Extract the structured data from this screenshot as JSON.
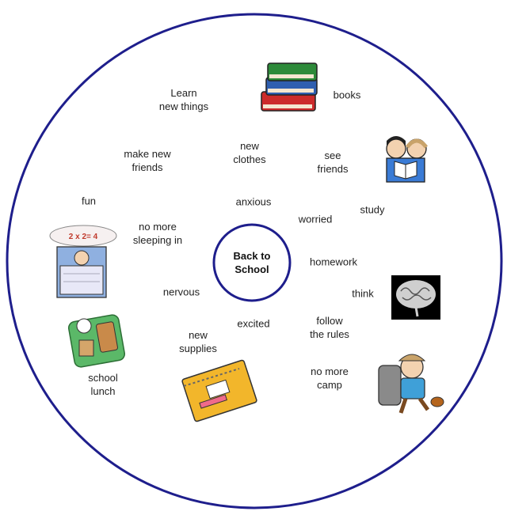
{
  "center": {
    "line1": "Back to",
    "line2": "School"
  },
  "words": [
    {
      "id": "learn-new-things",
      "lines": [
        "Learn",
        "new things"
      ]
    },
    {
      "id": "books",
      "lines": [
        "books"
      ]
    },
    {
      "id": "make-new-friends",
      "lines": [
        "make new",
        "friends"
      ]
    },
    {
      "id": "new-clothes",
      "lines": [
        "new",
        "clothes"
      ]
    },
    {
      "id": "see-friends",
      "lines": [
        "see",
        "friends"
      ]
    },
    {
      "id": "fun",
      "lines": [
        "fun"
      ]
    },
    {
      "id": "anxious",
      "lines": [
        "anxious"
      ]
    },
    {
      "id": "worried",
      "lines": [
        "worried"
      ]
    },
    {
      "id": "study",
      "lines": [
        "study"
      ]
    },
    {
      "id": "no-more-sleeping-in",
      "lines": [
        "no more",
        "sleeping in"
      ]
    },
    {
      "id": "homework",
      "lines": [
        "homework"
      ]
    },
    {
      "id": "nervous",
      "lines": [
        "nervous"
      ]
    },
    {
      "id": "think",
      "lines": [
        "think"
      ]
    },
    {
      "id": "excited",
      "lines": [
        "excited"
      ]
    },
    {
      "id": "follow-the-rules",
      "lines": [
        "follow",
        "the rules"
      ]
    },
    {
      "id": "new-supplies",
      "lines": [
        "new",
        "supplies"
      ]
    },
    {
      "id": "school-lunch",
      "lines": [
        "school",
        "lunch"
      ]
    },
    {
      "id": "no-more-camp",
      "lines": [
        "no more",
        "camp"
      ]
    }
  ],
  "illustrations": {
    "bed_thought": "2 x 2= 4"
  },
  "colors": {
    "ring": "#1e1e8c",
    "text": "#222222"
  }
}
